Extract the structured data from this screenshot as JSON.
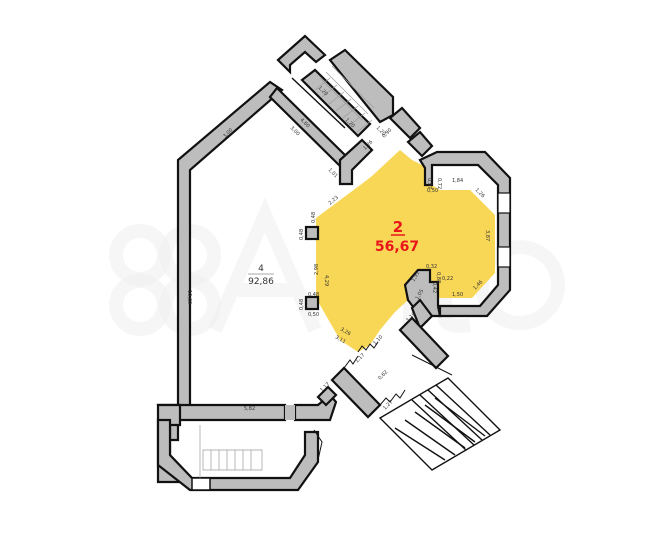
{
  "plan": {
    "background": "#ffffff",
    "wall_fill": "#bdbdbd",
    "wall_stroke": "#111111",
    "highlight_fill": "#f7d348",
    "highlight_text_color": "#e8161b"
  },
  "watermark": {
    "text": "Avito",
    "icon": "avito-logo-watermark"
  },
  "rooms": [
    {
      "id": "room-4",
      "number": "4",
      "area": "92,86",
      "highlighted": false
    },
    {
      "id": "room-2",
      "number": "2",
      "area": "56,67",
      "highlighted": true
    }
  ],
  "dimensions": {
    "stair_top_1": "1,20",
    "stair_top_2": "1,20",
    "stair_wall_1": "4,60",
    "stair_wall_2": "3,00",
    "stair_exit": "1,20",
    "room4_upper_left": "3,00",
    "room4_left": "10,69",
    "room4_bottom": "5,82",
    "room4_top_right": "1,01",
    "room2_top_left": "2,23",
    "room2_top_wall": "1,26",
    "room2_top_door": "0,90",
    "pillar_top_1": "0,48",
    "pillar_side_1": "0,48",
    "room2_left_a": "2,98",
    "room2_left_b": "4,29",
    "pillar_top_2": "0,48",
    "pillar_side_2": "0,48",
    "pillar_bottom_2": "0,50",
    "room2_bottom_left_a": "3,26",
    "room2_bottom_left_b": "3,11",
    "room2_bottom_door": "1,10",
    "bay_inner_left": "0,97",
    "bay_inner_left_b": "0,72",
    "bay_inner_bottom": "0,50",
    "bay_top": "1,84",
    "bay_top_right": "1,26",
    "bay_right": "3,87",
    "bay_bottom_right": "1,46",
    "bay_bottom": "1,50",
    "notch_top": "0,32",
    "notch_side": "0,88",
    "notch_inner": "0,22",
    "notch_lower": "0,42",
    "notch_diag": "1,51",
    "notch_diag_b": "1,05",
    "vestibule_top": "1,10",
    "vestibule_side": "1,17",
    "vestibule_side_b": "0,62",
    "vestibule_diag": "1,27",
    "entry_left": "1,17"
  }
}
